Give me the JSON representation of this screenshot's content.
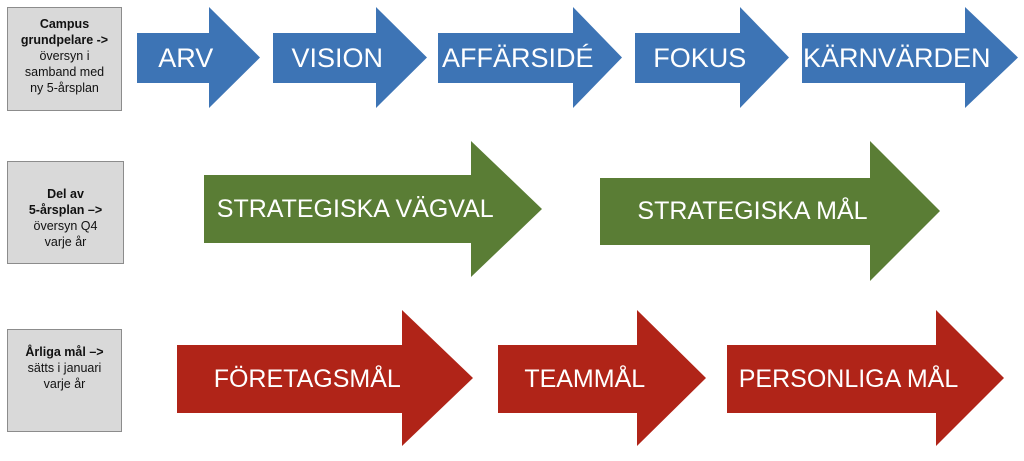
{
  "rows": [
    {
      "label_bold": [
        "Campus",
        "grundpelare ->"
      ],
      "label_normal": [
        "översyn i",
        "samband med",
        "ny 5-årsplan"
      ],
      "arrows": [
        "ARV",
        "VISION",
        "AFFÄRSIDÉ",
        "FOKUS",
        "KÄRNVÄRDEN"
      ]
    },
    {
      "label_bold": [
        "Del av",
        "5-årsplan –>"
      ],
      "label_normal": [
        "översyn Q4",
        "varje år"
      ],
      "arrows": [
        "STRATEGISKA VÄGVAL",
        "STRATEGISKA MÅL"
      ]
    },
    {
      "label_bold": [
        "Årliga mål –>"
      ],
      "label_normal": [
        "sätts i januari",
        "varje år"
      ],
      "arrows": [
        "FÖRETAGSMÅL",
        "TEAMMÅL",
        "PERSONLIGA MÅL"
      ]
    }
  ],
  "colors": {
    "row0": "#3d74b5",
    "row1": "#5a7d35",
    "row2": "#b02418"
  }
}
